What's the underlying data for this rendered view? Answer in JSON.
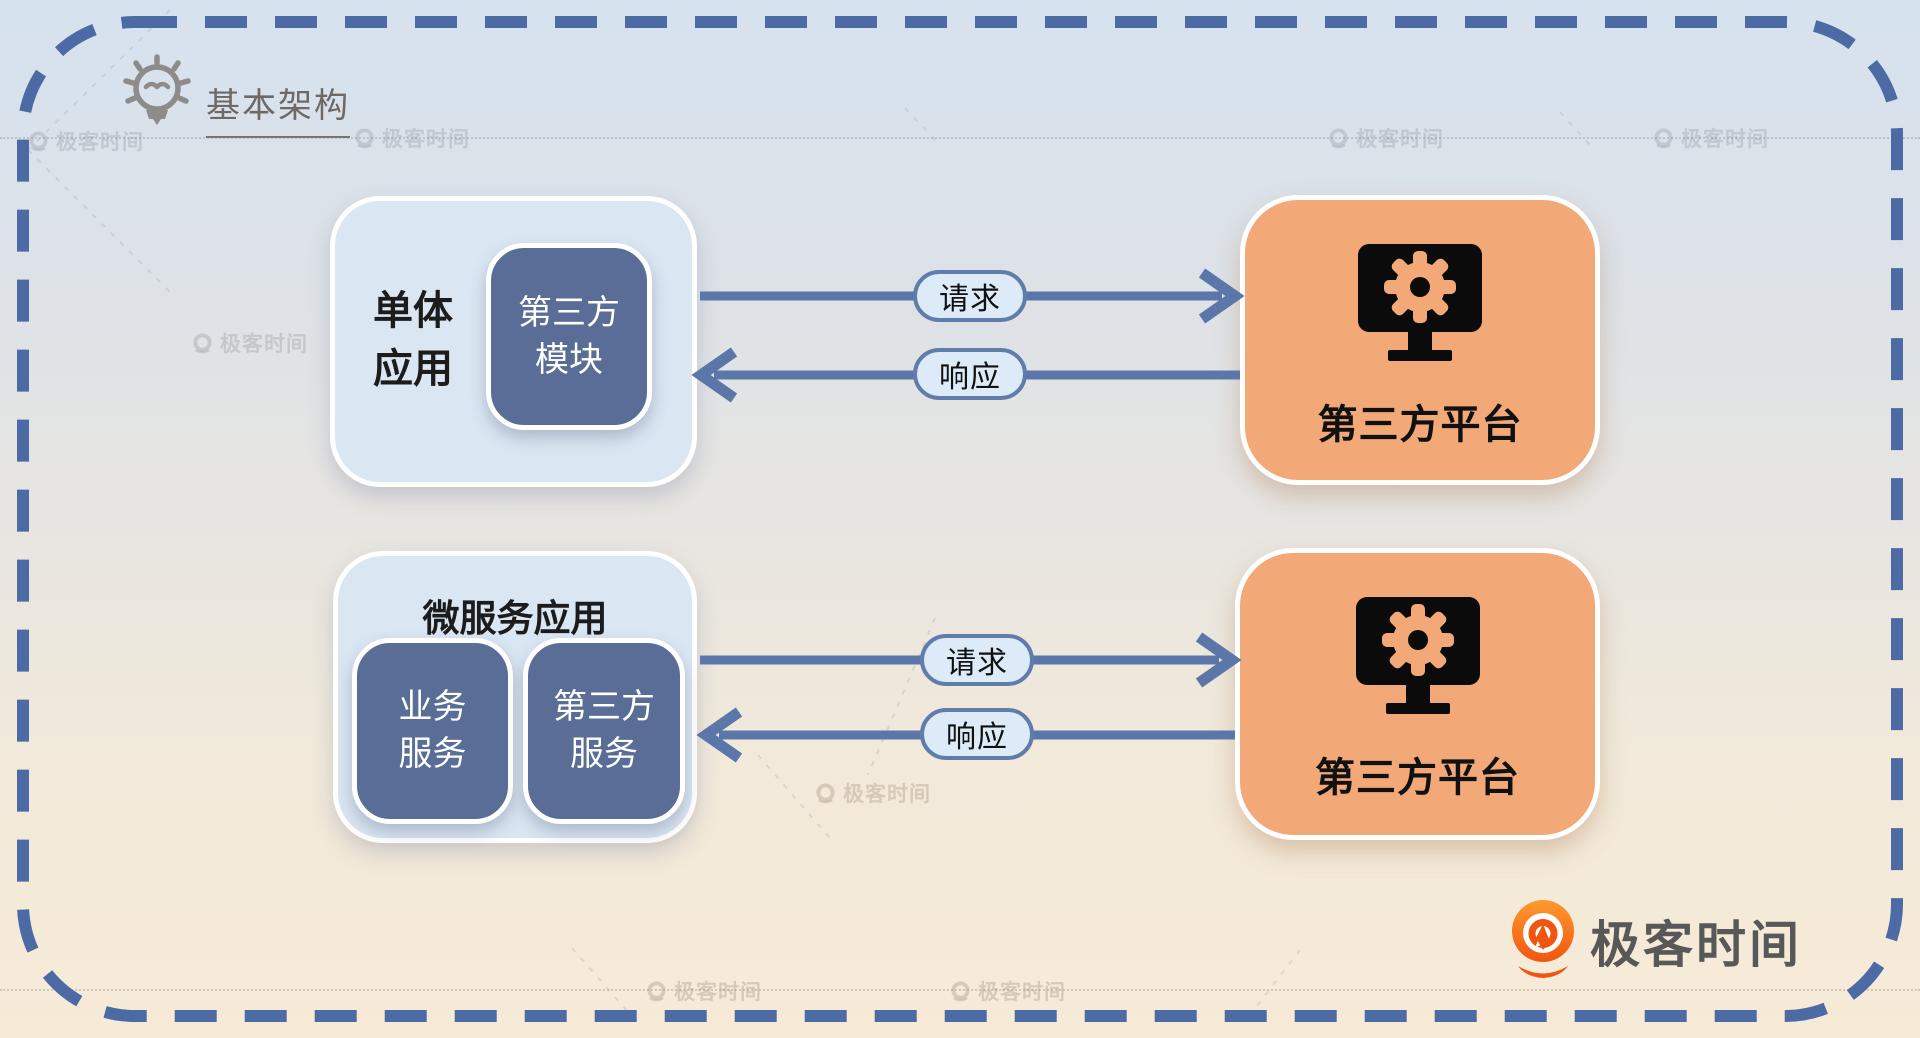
{
  "header": {
    "title": "基本架构"
  },
  "flows": [
    {
      "app": {
        "side_label": "单体\n应用",
        "modules": [
          "第三方\n模块"
        ]
      },
      "request_label": "请求",
      "response_label": "响应",
      "platform_label": "第三方平台"
    },
    {
      "app": {
        "title": "微服务应用",
        "modules": [
          "业务\n服务",
          "第三方\n服务"
        ]
      },
      "request_label": "请求",
      "response_label": "响应",
      "platform_label": "第三方平台"
    }
  ],
  "branding": {
    "name": "极客时间"
  },
  "watermark": {
    "text": "极客时间"
  },
  "colors": {
    "frame": "#4c6ba4",
    "arrow": "#5b76a8",
    "appBox": "#dbe6f3",
    "moduleBox": "#5a6d96",
    "platformBox": "#f2a877",
    "pillBg": "#dcebf7",
    "pillBorder": "#5f7cab",
    "brandOrange": "#f55b15"
  }
}
